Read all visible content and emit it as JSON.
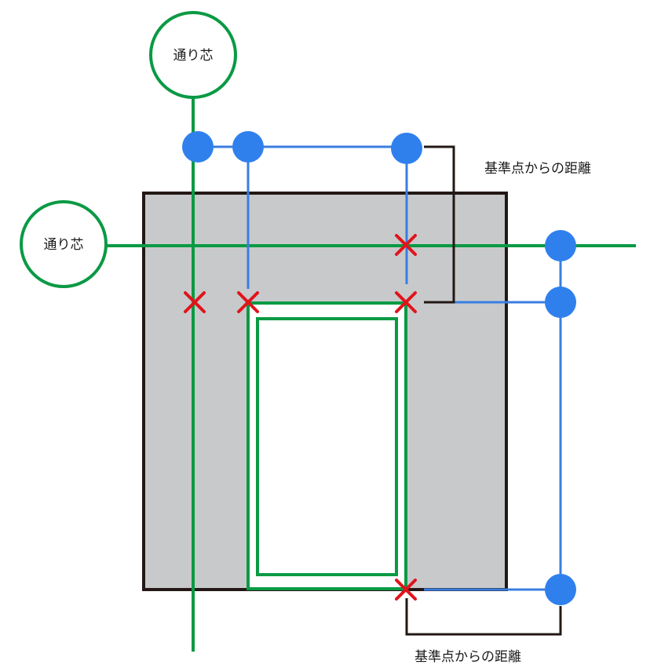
{
  "diagram": {
    "grid_label_top": "通り芯",
    "grid_label_left": "通り芯",
    "distance_label_top": "基準点からの距離",
    "distance_label_bottom": "基準点からの距離"
  },
  "colors": {
    "wall_fill": "#c8c9cb",
    "wall_stroke": "#231815",
    "grid_line": "#0a9a44",
    "reference_line": "#3a7ee0",
    "reference_point": "#2f80ed",
    "cross_mark": "#e0141c",
    "dimension_line": "#231815"
  }
}
